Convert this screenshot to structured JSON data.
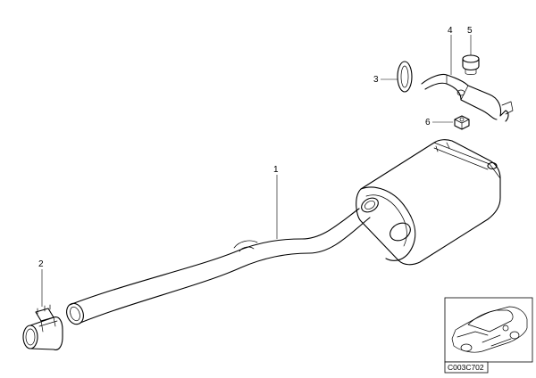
{
  "callouts": {
    "p1": "1",
    "p2": "2",
    "p3": "3",
    "p4": "4",
    "p5": "5",
    "p6": "6"
  },
  "thumbnail": {
    "code": "C003C702"
  }
}
